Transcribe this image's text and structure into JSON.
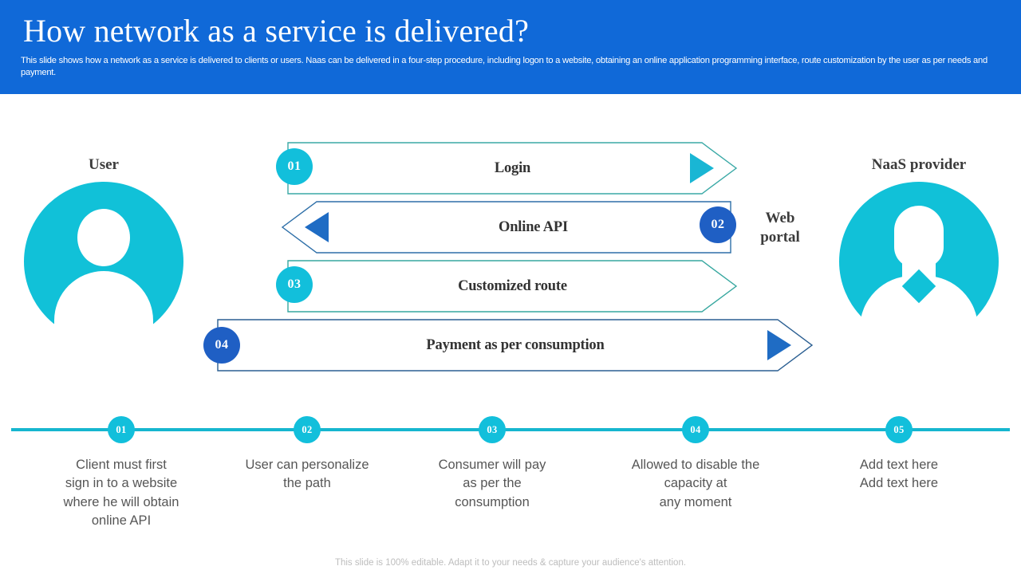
{
  "header": {
    "title": "How network as a service is delivered?",
    "subtitle": "This slide shows how a network as a service is delivered to clients or users. Naas can be delivered in a four-step procedure, including logon to a website, obtaining an online application programming interface, route customization by the user as per needs and payment.",
    "background_color": "#1069d8"
  },
  "personas": {
    "left": {
      "label": "User",
      "avatar_color": "#11c1d8",
      "icon": "user-avatar-icon"
    },
    "right": {
      "label": "NaaS provider",
      "avatar_color": "#11c1d8",
      "icon": "business-person-avatar-icon"
    }
  },
  "center_label": "Web\nportal",
  "center_label_line1": "Web",
  "center_label_line2": "portal",
  "flow_rows": [
    {
      "number": "01",
      "label": "Login",
      "direction": "right",
      "badge_side": "left",
      "badge_color": "#12bfdb",
      "outline_color": "#3aa9a6",
      "arrow_fill": "#19b6d4"
    },
    {
      "number": "02",
      "label": "Online API",
      "direction": "left",
      "badge_side": "right",
      "badge_color": "#1f5fc4",
      "outline_color": "#2e6fa8",
      "arrow_fill": "#1f6cc4"
    },
    {
      "number": "03",
      "label": "Customized route",
      "direction": "right",
      "badge_side": "left",
      "badge_color": "#12bfdb",
      "outline_color": "#36a79f",
      "arrow_fill": "none"
    },
    {
      "number": "04",
      "label": "Payment as per consumption",
      "direction": "right",
      "badge_side": "left",
      "badge_color": "#1f5fc4",
      "outline_color": "#2b5f92",
      "arrow_fill": "#1f6cc4"
    }
  ],
  "timeline": {
    "line_color": "#16b6cf",
    "node_color": "#12bfdb",
    "steps": [
      {
        "number": "01",
        "text": "Client must first\nsign in to a website\nwhere he will obtain\nonline API"
      },
      {
        "number": "02",
        "text": "User can personalize\nthe path"
      },
      {
        "number": "03",
        "text": "Consumer will pay\nas per the\nconsumption"
      },
      {
        "number": "04",
        "text": "Allowed to disable the\ncapacity at\nany moment"
      },
      {
        "number": "05",
        "text": "Add text here\nAdd text here"
      }
    ]
  },
  "footer": {
    "note": "This slide is 100% editable. Adapt it to your needs & capture your audience's attention."
  }
}
